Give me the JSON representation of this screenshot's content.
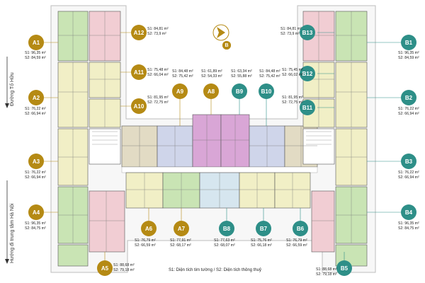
{
  "directions": {
    "left_top": "Đường Tố Hữu",
    "left_bottom": "Hướng đi trung tâm Hà Nội"
  },
  "compass_label": "B",
  "legend": "S1: Diện tích tim tường  /  S2: Diện tích thông thuỷ",
  "colors": {
    "green": "#c9e4b4",
    "pink": "#f1cdd3",
    "yellow": "#f1efc6",
    "blue": "#cfd5ea",
    "tan": "#e2dbc4",
    "purple": "#d9a6d6",
    "lightblue": "#d6e6ef",
    "gold": "#b58a14",
    "teal": "#2e8f88"
  },
  "units": {
    "A1": {
      "s1": "S1: 96,35 m²",
      "s2": "S2: 84,59 m²"
    },
    "A2": {
      "s1": "S1: 76,22 m²",
      "s2": "S2: 66,94 m²"
    },
    "A3": {
      "s1": "S1: 76,22 m²",
      "s2": "S2: 66,94 m²"
    },
    "A4": {
      "s1": "S1: 96,35 m²",
      "s2": "S2: 84,75 m²"
    },
    "A5": {
      "s1": "S1: 88,68 m²",
      "s2": "S2: 79,18 m²"
    },
    "A6": {
      "s1": "S1: 76,79 m²",
      "s2": "S2: 66,59 m²"
    },
    "A7": {
      "s1": "S1: 77,91 m²",
      "s2": "S2: 68,17 m²"
    },
    "A8": {
      "s1": "S1: 61,89 m²",
      "s2": "S2: 54,33 m²"
    },
    "A9": {
      "s1": "S1: 84,48 m²",
      "s2": "S2: 75,42 m²"
    },
    "A10": {
      "s1": "S1: 81,95 m²",
      "s2": "S2: 72,75 m²"
    },
    "A11": {
      "s1": "S1: 75,48 m²",
      "s2": "S2: 66,04 m²"
    },
    "A12": {
      "s1": "S1: 84,81 m²",
      "s2": "S2: 73,9 m²"
    },
    "B1": {
      "s1": "S1: 96,35 m²",
      "s2": "S2: 84,59 m²"
    },
    "B2": {
      "s1": "S1: 76,22 m²",
      "s2": "S2: 66,94 m²"
    },
    "B3": {
      "s1": "S1: 76,22 m²",
      "s2": "S2: 66,94 m²"
    },
    "B4": {
      "s1": "S1: 96,35 m²",
      "s2": "S2: 84,75 m²"
    },
    "B5": {
      "s1": "S1: 88,68 m²",
      "s2": "S2: 79,18 m²"
    },
    "B6": {
      "s1": "S1: 76,79 m²",
      "s2": "S2: 66,59 m²"
    },
    "B7": {
      "s1": "S1: 75,76 m²",
      "s2": "S2: 66,18 m²"
    },
    "B8": {
      "s1": "S1: 77,63 m²",
      "s2": "S2: 68,07 m²"
    },
    "B9": {
      "s1": "S1: 63,34 m²",
      "s2": "S2: 55,88 m²"
    },
    "B10": {
      "s1": "S1: 84,48 m²",
      "s2": "S2: 75,42 m²"
    },
    "B11": {
      "s1": "S1: 81,95 m²",
      "s2": "S2: 72,75 m²"
    },
    "B12": {
      "s1": "S1: 75,45 m²",
      "s2": "S2: 66,02 m²"
    },
    "B13": {
      "s1": "S1: 84,81 m²",
      "s2": "S2: 73,9 m²"
    }
  }
}
